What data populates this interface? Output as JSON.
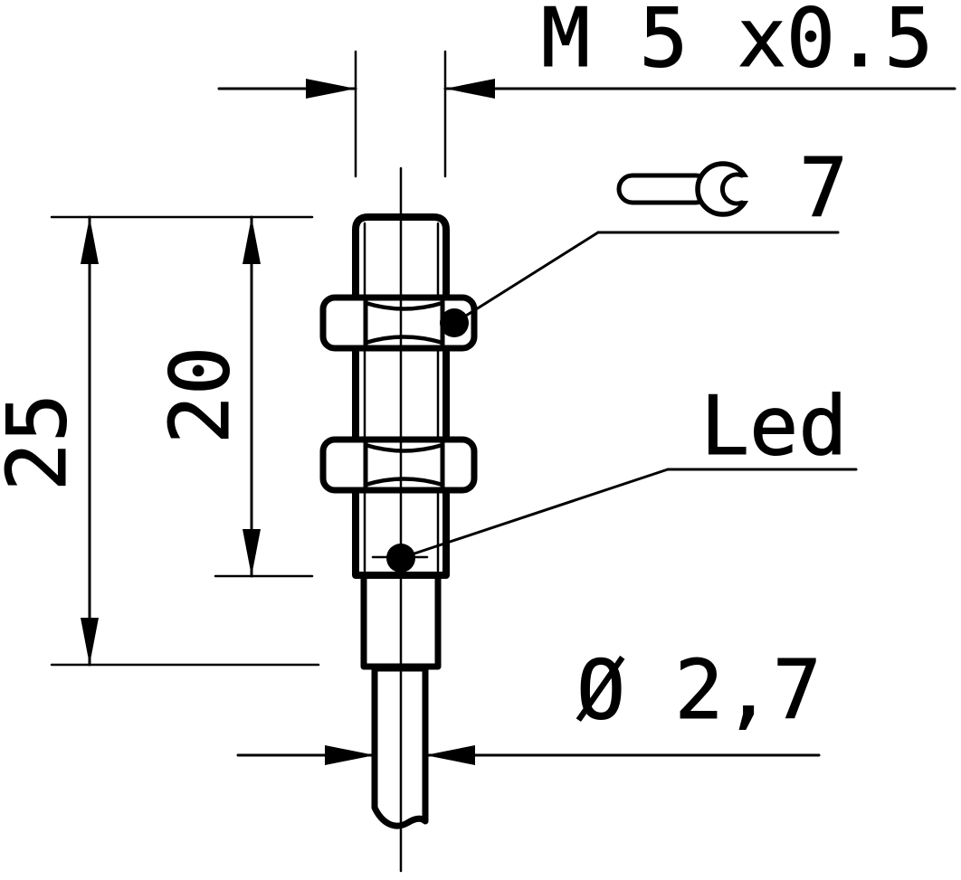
{
  "drawing": {
    "component": "Cylindrical threaded sensor with cable, side view technical drawing",
    "background_color": "#ffffff",
    "line_color": "#000000",
    "labels": {
      "thread_label": "M 5 x0.5",
      "wrench_size_label": "7",
      "led_label": "Led",
      "cable_diameter_label": "Ø 2,7",
      "overall_length_label": "25",
      "thread_length_label": "20"
    },
    "dimensions": {
      "thread": "M5 x 0.5",
      "overall_length": 25,
      "threaded_length": 20,
      "cable_diameter": 2.7,
      "wrench_size": 7
    }
  }
}
